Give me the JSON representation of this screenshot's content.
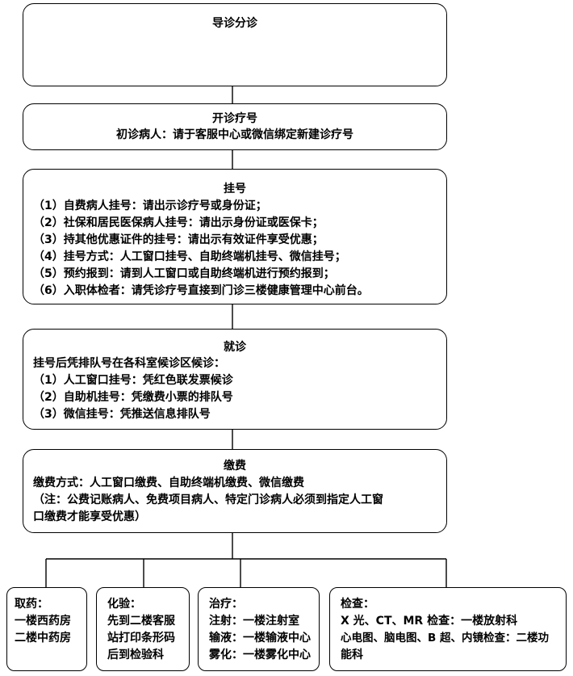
{
  "triage": {
    "title": "导诊分诊"
  },
  "card": {
    "title": "开诊疗号",
    "line": "初诊病人：请于客服中心或微信绑定新建诊疗号"
  },
  "register": {
    "title": "挂号",
    "lines": [
      "（1）自费病人挂号：请出示诊疗号或身份证；",
      "（2）社保和居民医保病人挂号：请出示身份证或医保卡；",
      "（3）持其他优惠证件的挂号：请出示有效证件享受优惠；",
      "（4）挂号方式：人工窗口挂号、自助终端机挂号、微信挂号；",
      "（5）预约报到：请到人工窗口或自助终端机进行预约报到；",
      "（6）入职体检者：请凭诊疗号直接到门诊三楼健康管理中心前台。"
    ]
  },
  "visit": {
    "title": "就诊",
    "lines": [
      "挂号后凭排队号在各科室候诊区候诊：",
      "（1）人工窗口挂号：凭红色联发票候诊",
      "（2）自助机挂号：凭缴费小票的排队号",
      "（3）微信挂号：凭推送信息排队号"
    ]
  },
  "payment": {
    "title": "缴费",
    "lines": [
      "缴费方式：人工窗口缴费、自助终端机缴费、微信缴费",
      "（注：公费记账病人、免费项目病人、特定门诊病人必须到指定人工窗",
      "口缴费才能享受优惠）"
    ]
  },
  "medicine": {
    "lines": [
      "取药：",
      "一楼西药房",
      "二楼中药房"
    ]
  },
  "lab": {
    "lines": [
      "化验：",
      "先到二楼客服",
      "站打印条形码",
      "后到检验科"
    ]
  },
  "treatment": {
    "lines": [
      "治疗：",
      "注射：一楼注射室",
      "输液：一楼输液中心",
      "雾化：一楼雾化中心"
    ]
  },
  "exam": {
    "lines": [
      "检查：",
      "X 光、CT、MR 检查：一楼放射科",
      "心电图、脑电图、B 超、内镜检查：二楼功",
      "能科"
    ]
  }
}
